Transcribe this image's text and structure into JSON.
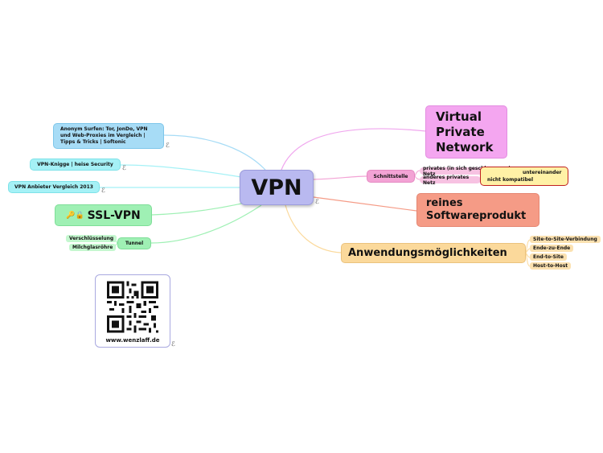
{
  "center": {
    "label": "VPN"
  },
  "right": {
    "virtual": "Virtual\nPrivate\nNetwork",
    "schnittstelle": "Schnittstelle",
    "private_net_1": "privates (in sich geschlossenen) Netz",
    "private_net_2": "anderes privates Netz",
    "note_line1": "untereinander",
    "note_line2": "nicht kompatibel",
    "software": "reines Softwareprodukt",
    "anwendung": "Anwendungsmöglichkeiten",
    "anwendung_items": [
      "Site-to-Site-Verbindung",
      "Ende-zu-Ende",
      "End-to-Site",
      "Host-to-Host"
    ]
  },
  "left": {
    "anonym": "Anonym Surfen: Tor, JonDo, VPN und Web-Proxies im Vergleich | Tipps & Tricks | Softonic",
    "knigge": "VPN-Knigge | heise Security",
    "anbieter": "VPN Anbieter Vergleich 2013",
    "ssl": "SSL-VPN",
    "tunnel": "Tunnel",
    "tunnel_items": [
      "Verschlüsselung",
      "Milchglasröhre"
    ],
    "qr_label": "www.wenzlaff.de"
  },
  "icons": {
    "link": "link-icon",
    "ssl_icons": "key-lock-icon"
  },
  "colors": {
    "center": "#b9b9f0",
    "pink": "#f4a6f0",
    "salmon": "#f59b86",
    "orange": "#fbd99b",
    "blue": "#a7dcf6",
    "cyan": "#a5f1f6",
    "green": "#9ff0b4"
  }
}
